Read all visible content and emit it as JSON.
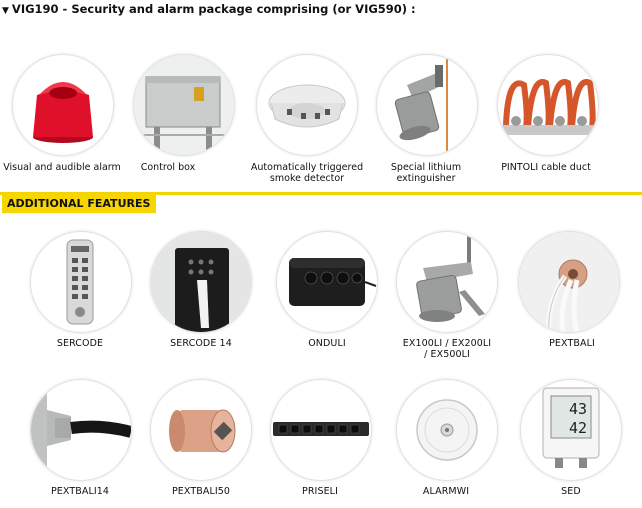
{
  "header": {
    "marker": "▼",
    "title": "VIG190 - Security and alarm package comprising (or VIG590) :"
  },
  "package_items": [
    {
      "label": "Visual and audible alarm"
    },
    {
      "label": "Control box"
    },
    {
      "label": "Automatically triggered smoke detector"
    },
    {
      "label": "Special lithium extinguisher"
    },
    {
      "label": "PINTOLI cable duct"
    }
  ],
  "section": {
    "title": "ADDITIONAL FEATURES"
  },
  "features_row1": [
    {
      "label": "SERCODE"
    },
    {
      "label": "SERCODE 14"
    },
    {
      "label": "ONDULI"
    },
    {
      "label": "EX100LI / EX200LI / EX500LI"
    },
    {
      "label": "PEXTBALI"
    }
  ],
  "features_row2": [
    {
      "label": "PEXTBALI14"
    },
    {
      "label": "PEXTBALI50"
    },
    {
      "label": "PRISELI"
    },
    {
      "label": "ALARMWI"
    },
    {
      "label": "SED"
    }
  ],
  "device": {
    "reading_top": "43",
    "reading_bottom": "42"
  },
  "colors": {
    "accent": "#f7d600",
    "alarm_red": "#e0102a"
  }
}
